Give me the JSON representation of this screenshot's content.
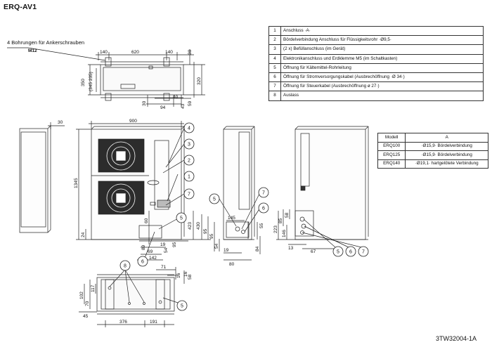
{
  "title": "ERQ-AV1",
  "drawing_number": "3TW32004-1A",
  "top_view": {
    "anchor_label": "4 Bohrungen für Ankerschrauben",
    "bolt_size": "M12",
    "dims": [
      "140",
      "620",
      "140",
      "30",
      "350",
      "(345 235)",
      "320",
      "30",
      "40",
      "59",
      "94",
      "43"
    ]
  },
  "side_view": {
    "dims": [
      "30"
    ]
  },
  "front_view": {
    "dims": [
      "900",
      "1345",
      "24",
      "60",
      "89",
      "69",
      "19",
      "54",
      "95",
      "142",
      "423",
      "430",
      "95"
    ],
    "callouts": [
      "4",
      "3",
      "2",
      "1",
      "7",
      "5",
      "6"
    ]
  },
  "right_view": {
    "dims": [
      "145",
      "55",
      "95",
      "54",
      "19",
      "80",
      "84"
    ],
    "callouts": [
      "5",
      "7",
      "6"
    ]
  },
  "rear_view": {
    "dims": [
      "58",
      "85",
      "223",
      "146",
      "13",
      "67"
    ],
    "callouts": [
      "5",
      "6",
      "7"
    ]
  },
  "bottom_view": {
    "dims": [
      "71",
      "16",
      "16",
      "58",
      "117",
      "102",
      "70",
      "45",
      "376",
      "191"
    ],
    "callouts": [
      "8",
      "5"
    ]
  },
  "legend": [
    {
      "num": "1",
      "text": "Anschluss ·A·"
    },
    {
      "num": "2",
      "text": "Bördelverbindung Anschluss für Flüssigkeitsrohr ·Ø9,5·"
    },
    {
      "num": "3",
      "text": "(2 x) Befüllanschluss (im Gerät)"
    },
    {
      "num": "4",
      "text": "Elektronikanschluss und Erdklemme M5  (im Schaltkasten)"
    },
    {
      "num": "5",
      "text": "Öffnung für Kältemittel-Rohrleitung"
    },
    {
      "num": "6",
      "text": "Öffnung für Stromversorgungskabel (Ausbrechöffnung ·Ø 34·)"
    },
    {
      "num": "7",
      "text": "Öffnung für Steuerkabel (Ausbrechöffnung ø 27·)"
    },
    {
      "num": "8",
      "text": "Auslass"
    }
  ],
  "models_table": {
    "headers": [
      "Modell",
      "A"
    ],
    "rows": [
      [
        "ERQ100",
        "·Ø15,9· Bördelverbindung"
      ],
      [
        "ERQ125",
        "·Ø15,9· Bördelverbindung"
      ],
      [
        "ERQ140",
        "·Ø19,1· hartgelötete Verbindung"
      ]
    ]
  }
}
